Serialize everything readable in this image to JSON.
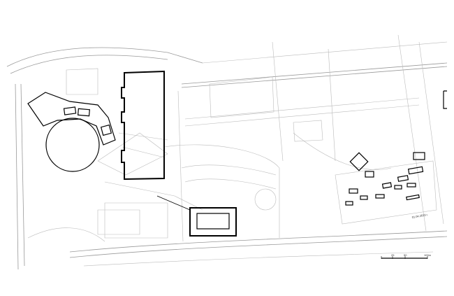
{
  "plan": {
    "date_stamp": "01.04.2013 г.",
    "scale_bar": {
      "labels": [
        "25",
        "50",
        "100m"
      ]
    },
    "colors": {
      "linework": "#000000",
      "context": "#b0b0b0",
      "background": "#ffffff"
    }
  }
}
